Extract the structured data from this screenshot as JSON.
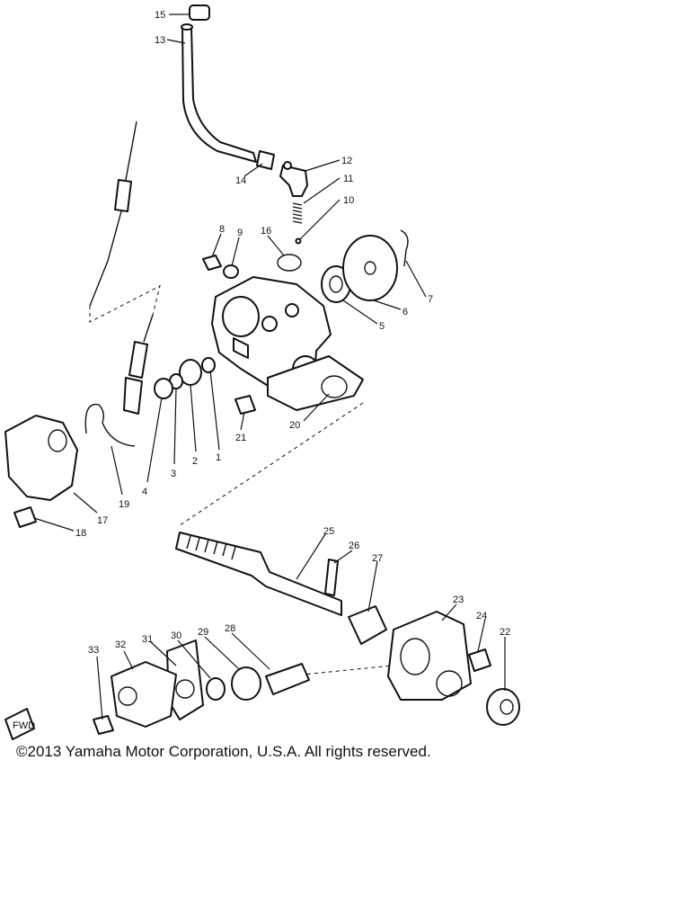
{
  "copyright": "©2013 Yamaha Motor Corporation, U.S.A. All rights reserved.",
  "front_arrow_label": "FWD",
  "callouts": [
    {
      "n": "15"
    },
    {
      "n": "13"
    },
    {
      "n": "14"
    },
    {
      "n": "12"
    },
    {
      "n": "11"
    },
    {
      "n": "10"
    },
    {
      "n": "8"
    },
    {
      "n": "9"
    },
    {
      "n": "16"
    },
    {
      "n": "7"
    },
    {
      "n": "6"
    },
    {
      "n": "5"
    },
    {
      "n": "20"
    },
    {
      "n": "21"
    },
    {
      "n": "1"
    },
    {
      "n": "2"
    },
    {
      "n": "3"
    },
    {
      "n": "4"
    },
    {
      "n": "19"
    },
    {
      "n": "17"
    },
    {
      "n": "18"
    },
    {
      "n": "25"
    },
    {
      "n": "26"
    },
    {
      "n": "27"
    },
    {
      "n": "23"
    },
    {
      "n": "24"
    },
    {
      "n": "22"
    },
    {
      "n": "33"
    },
    {
      "n": "32"
    },
    {
      "n": "31"
    },
    {
      "n": "30"
    },
    {
      "n": "29"
    },
    {
      "n": "28"
    }
  ]
}
